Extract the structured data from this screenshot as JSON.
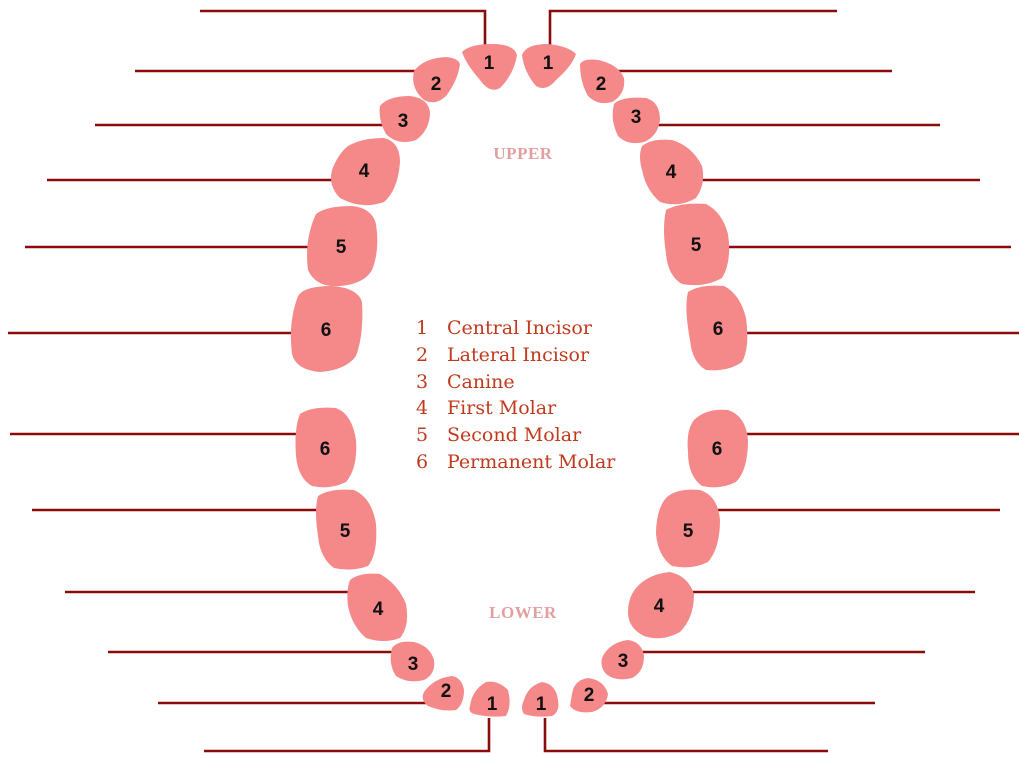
{
  "labels": {
    "upper": "UPPER",
    "lower": "LOWER"
  },
  "legend": [
    {
      "num": "1",
      "name": "Central Incisor"
    },
    {
      "num": "2",
      "name": "Lateral Incisor"
    },
    {
      "num": "3",
      "name": "Canine"
    },
    {
      "num": "4",
      "name": "First Molar"
    },
    {
      "num": "5",
      "name": "Second Molar"
    },
    {
      "num": "6",
      "name": "Permanent Molar"
    }
  ],
  "teeth": {
    "upper_left": [
      "1",
      "2",
      "3",
      "4",
      "5",
      "6"
    ],
    "upper_right": [
      "1",
      "2",
      "3",
      "4",
      "5",
      "6"
    ],
    "lower_left": [
      "6",
      "5",
      "4",
      "3",
      "2",
      "1"
    ],
    "lower_right": [
      "6",
      "5",
      "4",
      "3",
      "2",
      "1"
    ]
  },
  "colors": {
    "tooth": "#f5898a",
    "line": "#8b0a0a",
    "legend_text": "#c0391c",
    "jaw_label": "#e0a0a0"
  }
}
